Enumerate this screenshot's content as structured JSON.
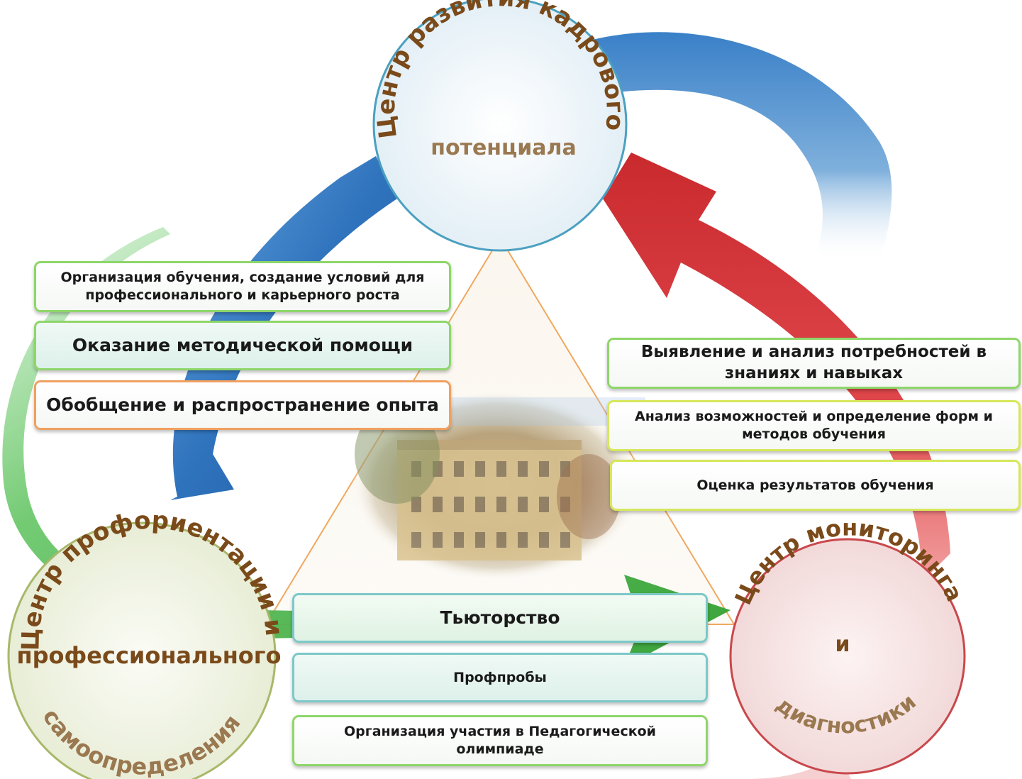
{
  "centers": {
    "top": {
      "arc_text": "Центр развития кадрового",
      "line_text": "потенциала"
    },
    "left": {
      "arc_text": "Центр профориентации и",
      "line_text": "профессионального",
      "bottom_arc_text": "самоопределения"
    },
    "right": {
      "arc_text": "Центр мониторинга",
      "line_text": "и",
      "bottom_arc_text": "диагностики"
    }
  },
  "left_boxes": {
    "box1_line1": "Организация обучения, создание условий для",
    "box1_line2": "профессионального и карьерного роста",
    "box2": "Оказание методической помощи",
    "box3": "Обобщение и распространение опыта"
  },
  "right_boxes": {
    "box1_line1": "Выявление и анализ потребностей в",
    "box1_line2": "знаниях и навыках",
    "box2_line1": "Анализ возможностей и определение  форм  и",
    "box2_line2": "методов обучения",
    "box3": "Оценка результатов  обучения"
  },
  "bottom_boxes": {
    "box1": "Тьюторство",
    "box2": "Профпробы",
    "box3_line1": "Организация участия в Педагогической",
    "box3_line2": "олимпиаде"
  },
  "colors": {
    "blue_arrow": "#3b7fc4",
    "red_arrow": "#d9363a",
    "green_arrow": "#3cae3c",
    "top_circle": "#eaf4f8",
    "left_circle": "#eef2e2",
    "right_circle": "#f7e4e4",
    "circle_text": "#7a4a1a"
  }
}
